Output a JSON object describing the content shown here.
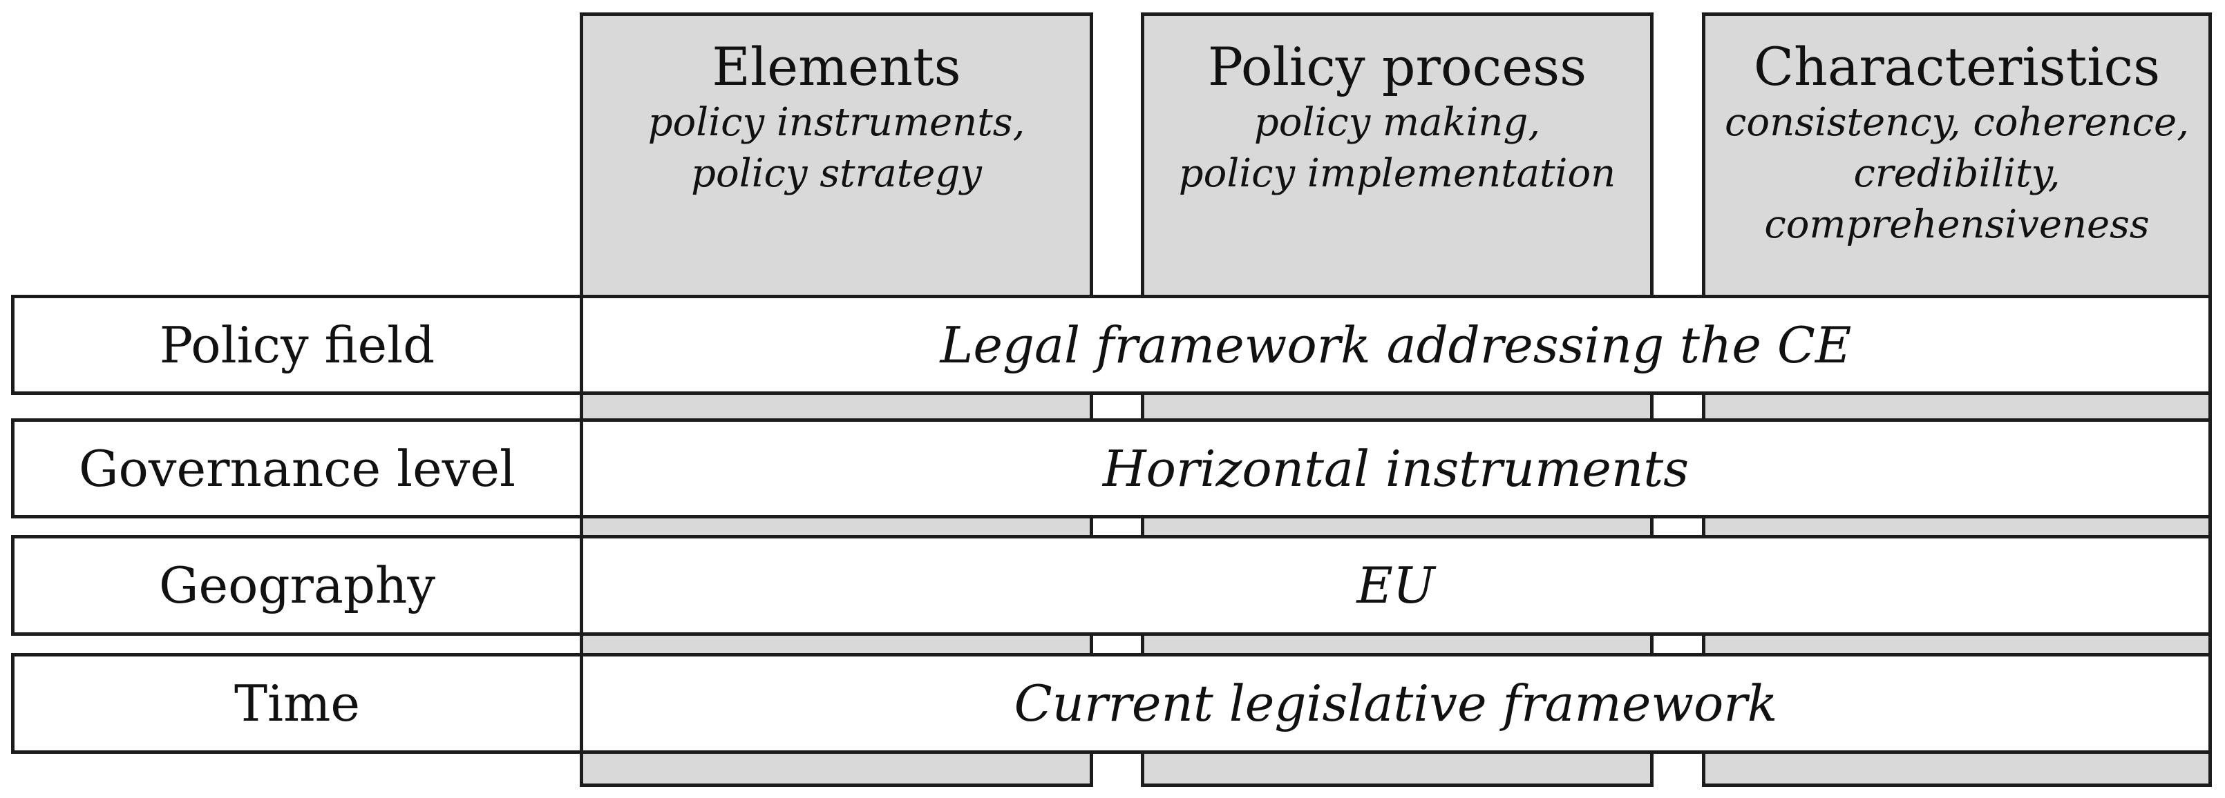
{
  "columns": [
    {
      "title": "Elements",
      "subtitle_lines": [
        "policy instruments,",
        "policy strategy"
      ]
    },
    {
      "title": "Policy process",
      "subtitle_lines": [
        "policy making,",
        "policy implementation"
      ]
    },
    {
      "title": "Characteristics",
      "subtitle_lines": [
        "consistency, coherence,",
        "credibility,",
        "comprehensiveness"
      ]
    }
  ],
  "rows": [
    {
      "label": "Policy field",
      "value": "Legal framework addressing the CE"
    },
    {
      "label": "Governance level",
      "value": "Horizontal instruments"
    },
    {
      "label": "Geography",
      "value": "EU"
    },
    {
      "label": "Time",
      "value": "Current legislative framework"
    }
  ],
  "colors": {
    "column_fill": "#d9d9d9",
    "border": "#1c1c1c",
    "row_fill": "#ffffff"
  }
}
